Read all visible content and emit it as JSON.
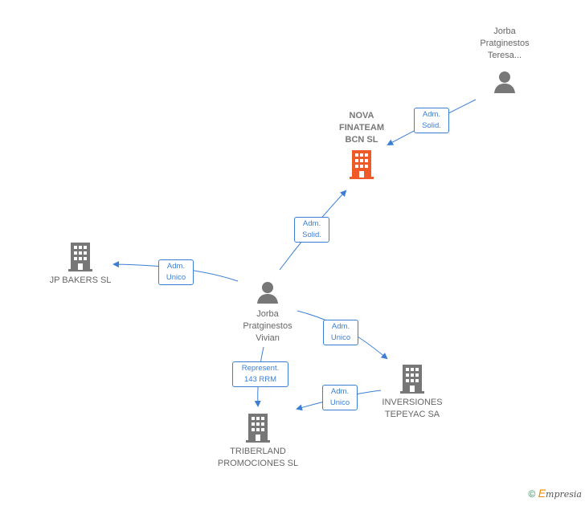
{
  "nodes": {
    "teresa": "Jorba\nPratginestos\nTeresa...",
    "nova": "NOVA\nFINATEAM\nBCN  SL",
    "jpbakers": "JP BAKERS  SL",
    "vivian": "Jorba\nPratginestos\nVivian",
    "inversiones": "INVERSIONES\nTEPEYAC SA",
    "triberland": "TRIBERLAND\nPROMOCIONES SL"
  },
  "relations": {
    "teresa_nova": "Adm.\nSolid.",
    "vivian_nova": "Adm.\nSolid.",
    "vivian_jp": "Adm.\nUnico",
    "vivian_inv": "Adm.\nUnico",
    "vivian_tri": "Represent.\n143 RRM",
    "inv_tri": "Adm.\nUnico"
  },
  "colors": {
    "edge": "#3b7fd4",
    "person_icon": "#777777",
    "company_icon": "#777777",
    "main_company_icon": "#f05a28"
  },
  "footer": {
    "copyright_symbol": "©",
    "brand_initial": "E",
    "brand_rest": "mpresia"
  }
}
